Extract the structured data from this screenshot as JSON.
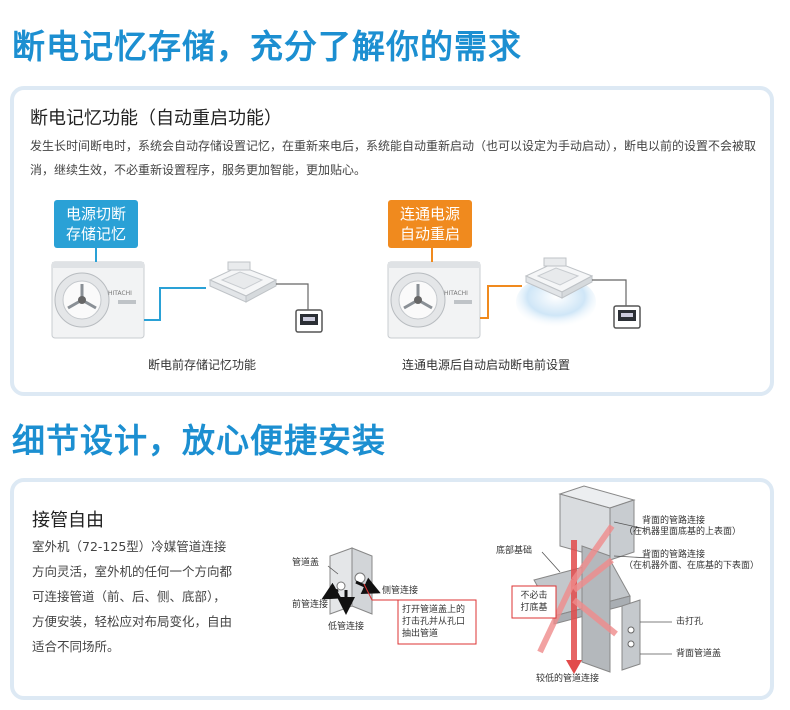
{
  "section1": {
    "heading": "断电记忆存储，充分了解你的需求",
    "panel_title": "断电记忆功能（自动重启功能）",
    "description": "发生长时间断电时，系统会自动存储设置记忆，在重新来电后，系统能自动重新启动（也可以设定为手动启动），断电以前的设置不会被取消，继续生效，不必重新设置程序，服务更加智能，更加贴心。",
    "callout_left": [
      "电源切断",
      "存储记忆"
    ],
    "callout_right": [
      "连通电源",
      "自动重启"
    ],
    "caption_left": "断电前存储记忆功能",
    "caption_right": "连通电源后自动启动断电前设置",
    "brand": "HITACHI",
    "colors": {
      "blue_callout": "#2aa1d6",
      "orange_callout": "#f08a1e"
    }
  },
  "section2": {
    "heading": "细节设计，放心便捷安装",
    "panel_title": "接管自由",
    "description_lines": [
      "室外机（72-125型）冷媒管道连接",
      "方向灵活，室外机的任何一个方向都",
      "可连接管道（前、后、侧、底部），",
      "方便安装，轻松应对布局变化，自由",
      "适合不同场所。"
    ],
    "diagram_left": {
      "cover": "管道盖",
      "front": "前管连接",
      "side": "侧管连接",
      "bottom": "低管连接",
      "note": [
        "打开管道盖上的",
        "打击孔并从孔口",
        "抽出管道"
      ]
    },
    "diagram_right": {
      "base": "底部基础",
      "back_upper": [
        "背面的管路连接",
        "（在机器里面底基的上表面）"
      ],
      "back_lower": [
        "背面的管路连接",
        "（在机器外面、在底基的下表面）"
      ],
      "no_knock": [
        "不必击",
        "打底基"
      ],
      "knock_hole": "击打孔",
      "back_cover": "背面管道盖",
      "lower_pipe": "较低的管道连接"
    }
  }
}
